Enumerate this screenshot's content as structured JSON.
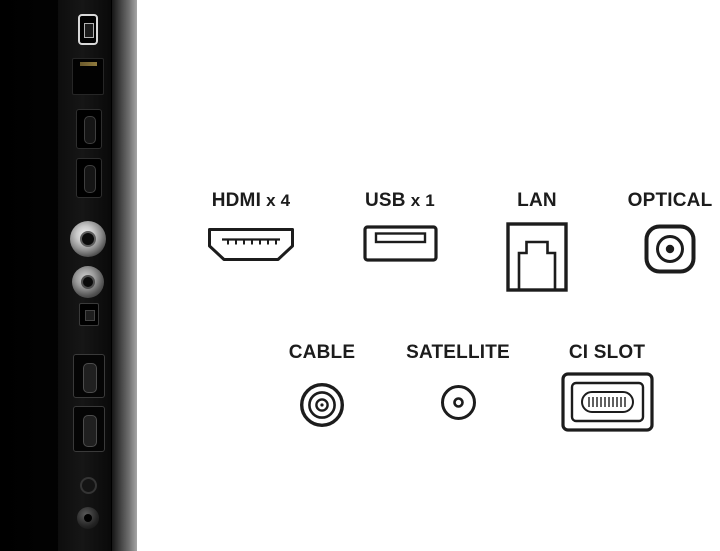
{
  "legend": {
    "hdmi": {
      "name": "HDMI",
      "count": "x 4",
      "icon": "hdmi-port-icon"
    },
    "usb": {
      "name": "USB",
      "count": "x 1",
      "icon": "usb-port-icon"
    },
    "lan": {
      "name": "LAN",
      "icon": "lan-port-icon"
    },
    "optical": {
      "name": "OPTICAL",
      "icon": "optical-port-icon"
    },
    "cable": {
      "name": "CABLE",
      "icon": "cable-port-icon"
    },
    "satellite": {
      "name": "SATELLITE",
      "icon": "satellite-port-icon"
    },
    "ci_slot": {
      "name": "CI SLOT",
      "icon": "ci-slot-icon"
    }
  },
  "colors": {
    "ink": "#1c1c1c",
    "background": "#ffffff",
    "panel_black": "#050505",
    "panel_edge_gray": "#a5a5a5"
  }
}
